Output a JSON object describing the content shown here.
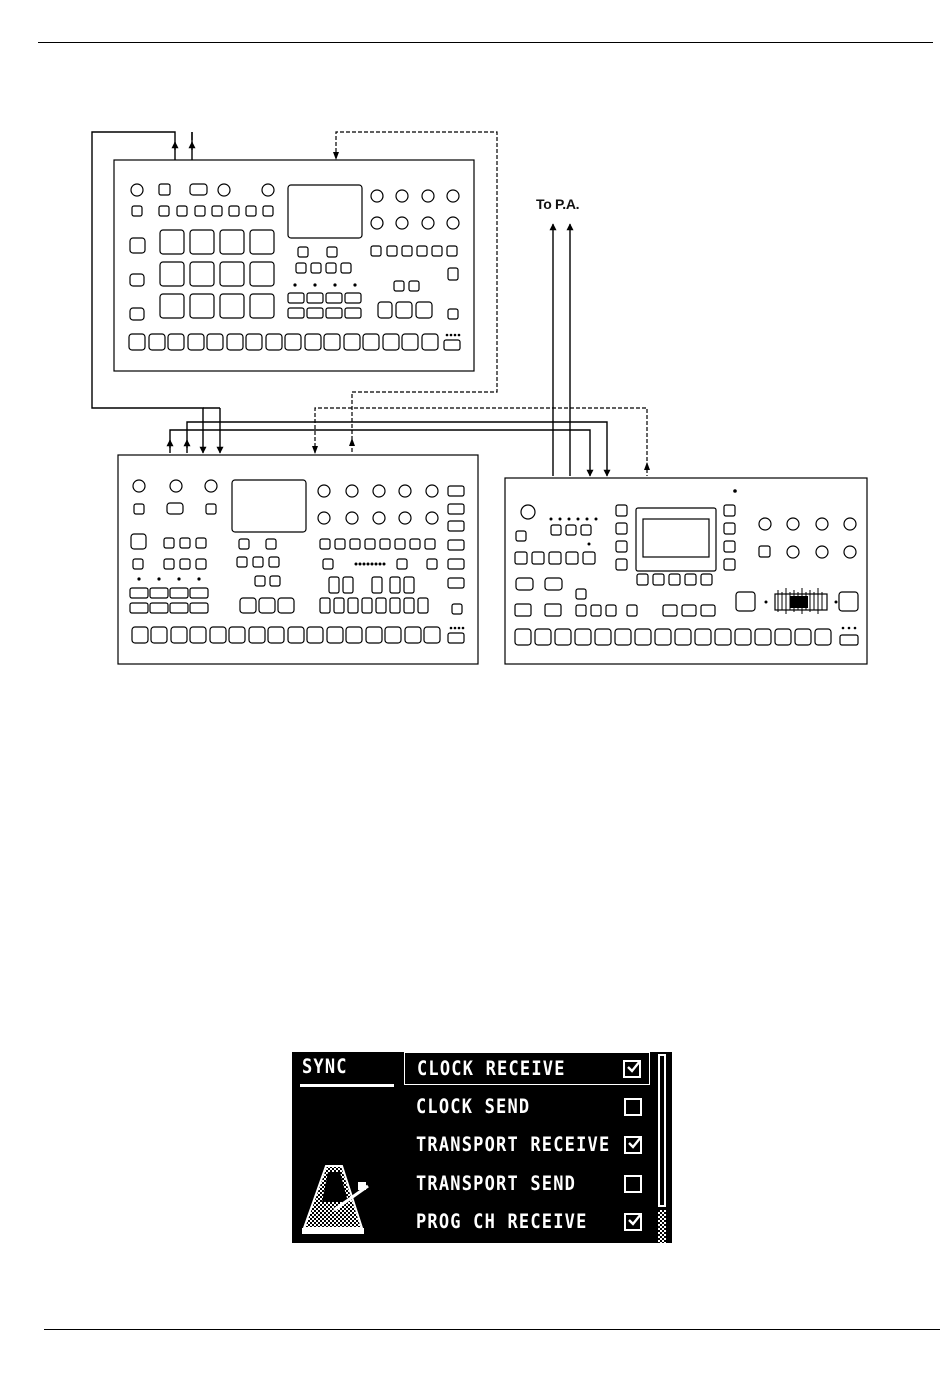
{
  "diagram": {
    "pa_label": "To P.A."
  },
  "sync_screen": {
    "title": "SYNC",
    "items": [
      {
        "label": "CLOCK RECEIVE",
        "checked": true,
        "selected": true
      },
      {
        "label": "CLOCK SEND",
        "checked": false,
        "selected": false
      },
      {
        "label": "TRANSPORT RECEIVE",
        "checked": true,
        "selected": false
      },
      {
        "label": "TRANSPORT SEND",
        "checked": false,
        "selected": false
      },
      {
        "label": "PROG CH RECEIVE",
        "checked": true,
        "selected": false
      }
    ],
    "icon": "metronome-icon"
  }
}
